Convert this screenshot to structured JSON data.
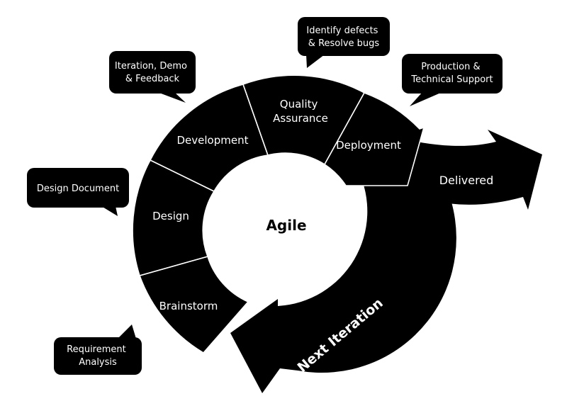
{
  "center_label": "Agile",
  "segments": {
    "development": "Development",
    "quality_assurance": [
      "Quality",
      "Assurance"
    ],
    "deployment": "Deployment",
    "design": "Design",
    "brainstorm": "Brainstorm"
  },
  "arrows": {
    "delivered": "Delivered",
    "next_iteration": "Next Iteration"
  },
  "callouts": {
    "iteration_demo_feedback": [
      "Iteration, Demo",
      "& Feedback"
    ],
    "identify_defects": [
      "Identify defects",
      "& Resolve bugs"
    ],
    "production_support": [
      "Production &",
      "Technical Support"
    ],
    "design_document": [
      "Design Document"
    ],
    "requirement_analysis": [
      "Requirement",
      "Analysis"
    ]
  },
  "colors": {
    "shape": "#000000",
    "text": "#ffffff",
    "center_text": "#000000",
    "background": "#ffffff"
  }
}
